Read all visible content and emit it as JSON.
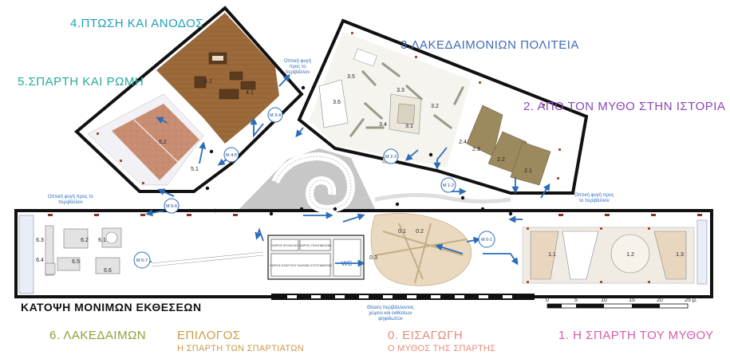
{
  "plan_title": "ΚΑΤΟΨΗ ΜΟΝΙΜΩΝ ΕΚΘΕΣΕΩΝ",
  "sections": {
    "s0": {
      "title": "0. ΕΙΣΑΓΩΓΗ",
      "subtitle": "Ο ΜΥΘΟΣ ΤΗΣ ΣΠΑΡΤΗΣ",
      "color": "#e58b7b"
    },
    "s1": {
      "title": "1. Η ΣΠΑΡΤΗ ΤΟΥ ΜΥΘΟΥ",
      "color": "#d95ca8"
    },
    "s2": {
      "title": "2. ΑΠΟ ΤΟΝ ΜΥΘΟ ΣΤΗΝ ΙΣΤΟΡΙΑ",
      "color": "#8a46b8"
    },
    "s3": {
      "title": "3.ΛΑΚΕΔΑΙΜΟΝΙΩΝ ΠΟΛΙΤΕΙΑ",
      "color": "#3e6bb5"
    },
    "s4": {
      "title": "4.ΠΤΩΣΗ ΚΑΙ ΑΝΟΔΟΣ",
      "color": "#1f9fb8"
    },
    "s5": {
      "title": "5.ΣΠΑΡΤΗ ΚΑΙ ΡΩΜΗ",
      "color": "#27a9a0"
    },
    "s6": {
      "title": "6. ΛΑΚΕΔΑΙΜΩΝ",
      "color": "#8aa23a"
    },
    "epilogue": {
      "title": "ΕΠΙΛΟΓΟΣ",
      "subtitle": "Η ΣΠΑΡΤΗ ΤΩΝ ΣΠΑΡΤΙΑΤΩΝ",
      "color": "#c99a4a"
    }
  },
  "notes": {
    "view_top": "Οπτική φυγή\nπρος το\nπεριβάλλον",
    "view_left": "Οπτική φυγή προς το\nπεριβάλλον",
    "view_right": "Οπτική φυγή προς\nτο περιβάλλον",
    "view_bottom": "Θέαση περιβάλλοντος\nχώρου και εκθέσεων\nψηφιδωτών"
  },
  "rooms": {
    "r01": "0.1",
    "r02": "0.2",
    "r03": "0.3",
    "r11": "1.1",
    "r12": "1.2",
    "r13": "1.3",
    "r21": "2.1",
    "r22": "2.2",
    "r23": "2.3",
    "r24": "2.4",
    "r31": "3.1",
    "r32": "3.2",
    "r33": "3.3",
    "r34": "3.4",
    "r35": "3.5",
    "r36": "3.6",
    "r41": "4.1",
    "r42": "4.2",
    "r51": "5.1",
    "r52": "5.2",
    "r61": "6.1",
    "r62": "6.2",
    "r63": "6.3",
    "r64": "6.4",
    "r65": "6.5",
    "r66": "6.6"
  },
  "media": {
    "m01": "Μ 0-1",
    "m12": "Μ 1-2",
    "m23": "Μ 2-3",
    "m34": "Μ 3-4",
    "m45": "Μ 4-5",
    "m56": "Μ 5-6",
    "m67": "Μ 6-7"
  },
  "service": {
    "kiosk": "ΧΩΡΟΣ ΦΥΛΑΞΗΣ",
    "multimedia": "ΧΩΡΟΣ ΠΟΛΥΜΕΣΩΝ",
    "control": "ΧΩΡΟΣ ΕΛΕΓΧΟΥ ΗΛ/ΚΩΝ ΣΥΣΤΗΜΑΤΩΝ",
    "wc": "WC"
  },
  "scale": {
    "ticks": [
      "0",
      "5",
      "10",
      "15",
      "20",
      "25 μ."
    ]
  }
}
